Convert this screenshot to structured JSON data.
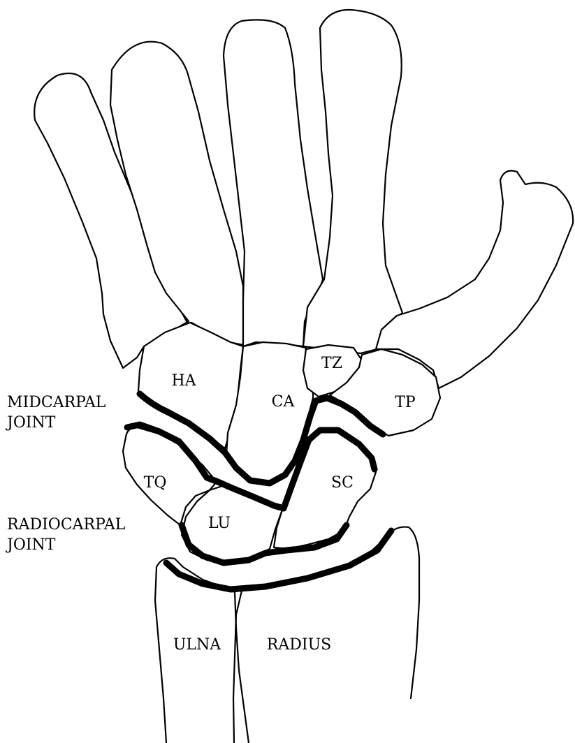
{
  "labels": {
    "midcarpal_joint_line1": "MIDCARPAL",
    "midcarpal_joint_line2": "JOINT",
    "radiocarpal_joint_line1": "RADIOCARPAL",
    "radiocarpal_joint_line2": "JOINT",
    "hamate": "HA",
    "capitate": "CA",
    "trapezoid": "TZ",
    "trapezium": "TP",
    "triquetrum": "TQ",
    "lunate": "LU",
    "scaphoid": "SC",
    "ulna": "ULNA",
    "radius": "RADIUS"
  },
  "colors": {
    "line": "#000000",
    "background": "#ffffff"
  }
}
